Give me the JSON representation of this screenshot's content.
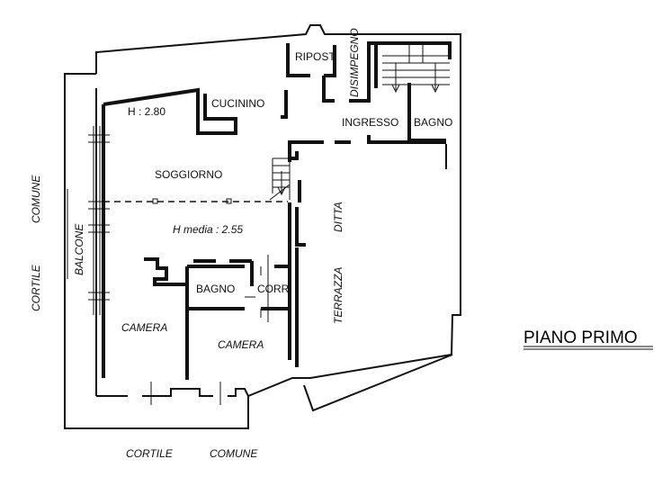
{
  "plan": {
    "title": "PIANO PRIMO",
    "rooms": {
      "soggiorno": "SOGGIORNO",
      "cucinino": "CUCININO",
      "ripost": "RIPOST.",
      "disimpegno": "DISIMPEGNO",
      "ingresso": "INGRESSO",
      "bagno_top": "BAGNO",
      "bagno_mid": "BAGNO",
      "corr": "CORR.",
      "camera_left": "CAMERA",
      "camera_right": "CAMERA",
      "ditta": "DITTA",
      "terrazza": "TERRAZZA",
      "balcone": "BALCONE"
    },
    "heights": {
      "h_top": "H : 2.80",
      "h_media": "H media : 2.55"
    },
    "surroundings": {
      "cortile_left": "CORTILE",
      "comune_left": "COMUNE",
      "cortile_bottom": "CORTILE",
      "comune_bottom": "COMUNE"
    }
  }
}
